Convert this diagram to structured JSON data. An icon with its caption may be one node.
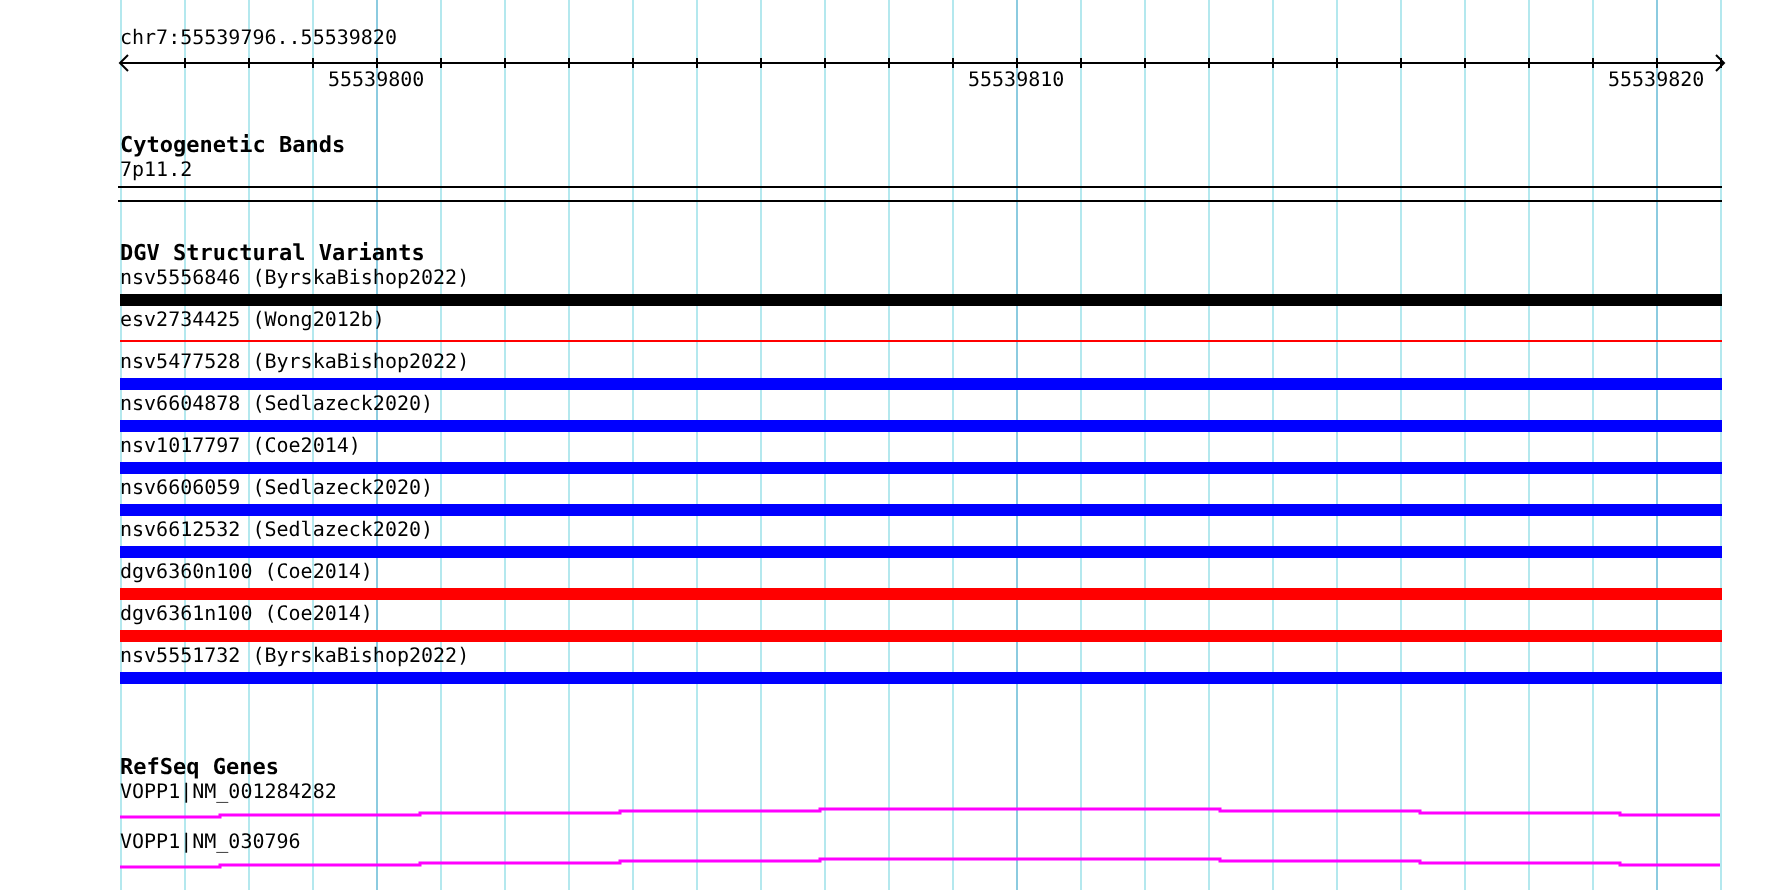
{
  "diagram": {
    "labels": [
      "chr7:55539796..55539820",
      "55539800",
      "55539810",
      "55539820",
      "Cytogenetic Bands",
      "7p11.2",
      "DGV Structural Variants",
      "nsv5556846 (ByrskaBishop2022)",
      "esv2734425 (Wong2012b)",
      "nsv5477528 (ByrskaBishop2022)",
      "nsv6604878 (Sedlazeck2020)",
      "nsv1017797 (Coe2014)",
      "nsv6606059 (Sedlazeck2020)",
      "nsv6612532 (Sedlazeck2020)",
      "dgv6360n100 (Coe2014)",
      "dgv6361n100 (Coe2014)",
      "nsv5551732 (ByrskaBishop2022)",
      "RefSeq Genes",
      "VOPP1|NM_001284282",
      "VOPP1|NM_030796"
    ]
  }
}
